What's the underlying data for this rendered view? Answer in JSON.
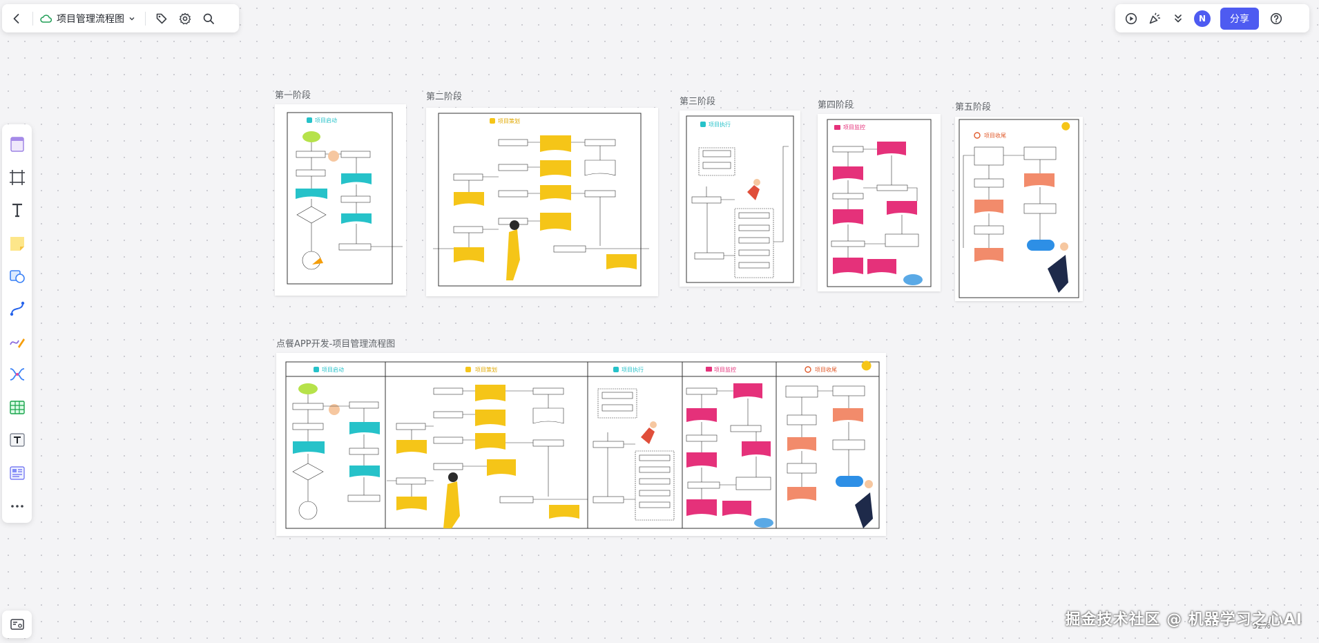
{
  "header": {
    "doc_title": "项目管理流程图",
    "share_label": "分享",
    "avatar_initial": "N"
  },
  "stages": [
    {
      "label": "第一阶段",
      "title": "项目启动",
      "color": "#26c2c9"
    },
    {
      "label": "第二阶段",
      "title": "项目策划",
      "color": "#f5c518"
    },
    {
      "label": "第三阶段",
      "title": "项目执行",
      "color": "#26c2c9"
    },
    {
      "label": "第四阶段",
      "title": "项目监控",
      "color": "#e5317a"
    },
    {
      "label": "第五阶段",
      "title": "项目收尾",
      "color": "#e05a2b"
    }
  ],
  "combined": {
    "label": "点餐APP开发-项目管理流程图",
    "columns": [
      "项目启动",
      "项目策划",
      "项目执行",
      "项目监控",
      "项目收尾"
    ]
  },
  "tools": [
    "sticky-template-icon",
    "frame-icon",
    "text-icon",
    "note-icon",
    "shape-icon",
    "connector-icon",
    "pen-icon",
    "mindmap-icon",
    "table-icon",
    "text-card-icon",
    "card-icon",
    "more-icon"
  ],
  "footer": {
    "watermark": "掘金技术社区 @ 机器学习之心AI",
    "zoom": "52%"
  }
}
